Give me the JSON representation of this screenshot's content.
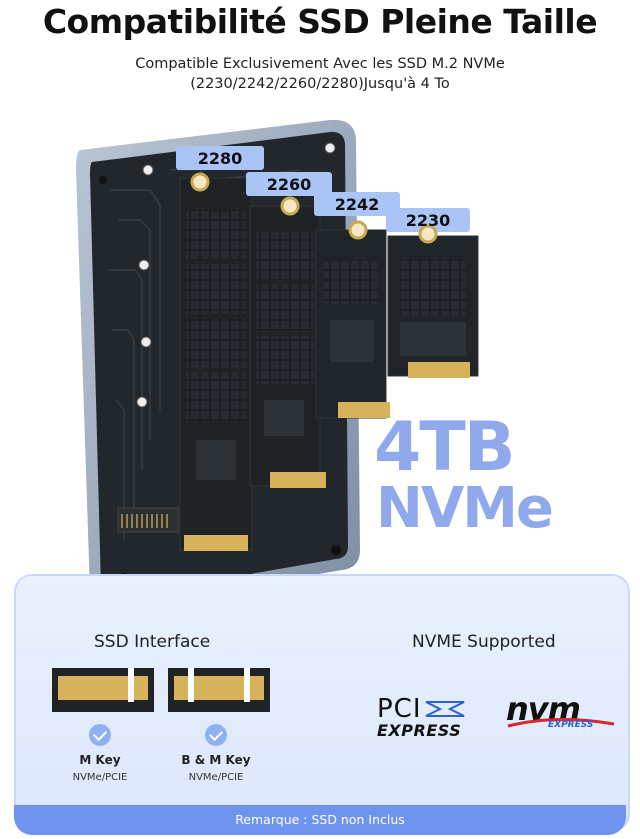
{
  "title": "Compatibilité SSD Pleine Taille",
  "subtitle": {
    "line1": "Compatible Exclusivement Avec les SSD M.2 NVMe",
    "line2": "(2230/2242/2260/2280)Jusqu'à 4 To"
  },
  "ssd_labels": [
    "2280",
    "2260",
    "2242",
    "2230"
  ],
  "capacity": {
    "line1": "4TB",
    "line2": "NVMe"
  },
  "interface": {
    "title": "SSD Interface",
    "keys": [
      {
        "name": "M Key",
        "sub": "NVMe/PCIE"
      },
      {
        "name": "B & M Key",
        "sub": "NVMe/PCIE"
      }
    ]
  },
  "supported": {
    "title": "NVME Supported",
    "pci_top": "PCI",
    "pci_bottom": "EXPRESS",
    "nvm_top": "nvm",
    "nvm_bottom": "EXPRESS"
  },
  "remark": "Remarque : SSD non Inclus",
  "colors": {
    "accent": "#6f94ee",
    "label_bg": "#a9c4f5",
    "pcb": "#1f2326",
    "gold": "#d6b25a"
  }
}
